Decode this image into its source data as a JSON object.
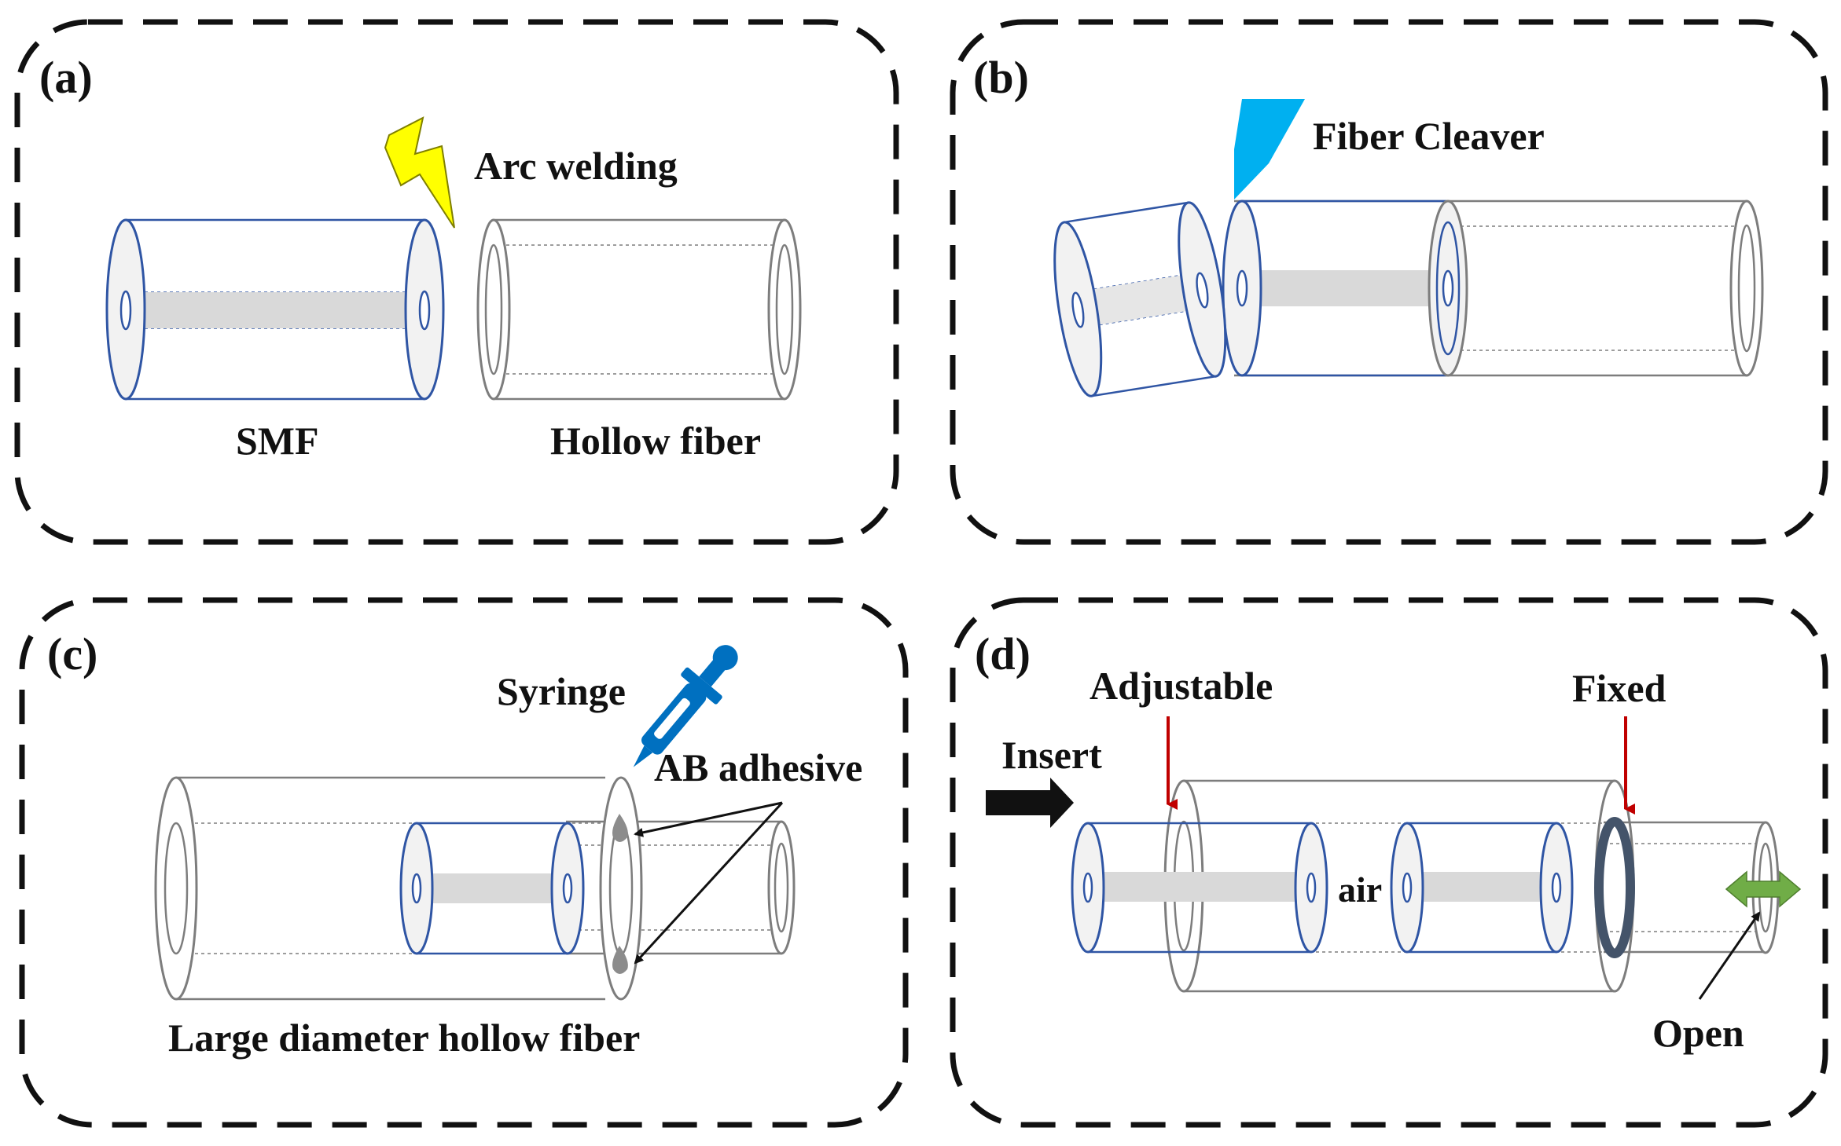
{
  "panels": {
    "a": {
      "tag": "(a)",
      "arc_label": "Arc welding",
      "smf_label": "SMF",
      "hollow_label": "Hollow fiber",
      "icon": "lightning-icon"
    },
    "b": {
      "tag": "(b)",
      "cleaver_label": "Fiber Cleaver",
      "icon": "blade-icon"
    },
    "c": {
      "tag": "(c)",
      "syringe_label": "Syringe",
      "adhesive_label": "AB adhesive",
      "large_fiber_label": "Large diameter hollow fiber",
      "icon": "syringe-icon"
    },
    "d": {
      "tag": "(d)",
      "adjustable_label": "Adjustable",
      "fixed_label": "Fixed",
      "insert_label": "Insert",
      "air_label": "air",
      "open_label": "Open",
      "icon": "double-arrow-icon"
    }
  },
  "colors": {
    "smf_outline": "#2f55a4",
    "hollow_outline": "#7d7d7d",
    "core_fill": "#d9d9d9",
    "lightning": "#ffff00",
    "blade": "#00b0f0",
    "syringe": "#0070c0",
    "marker_red": "#c00000",
    "open_arrow": "#70ad47"
  }
}
